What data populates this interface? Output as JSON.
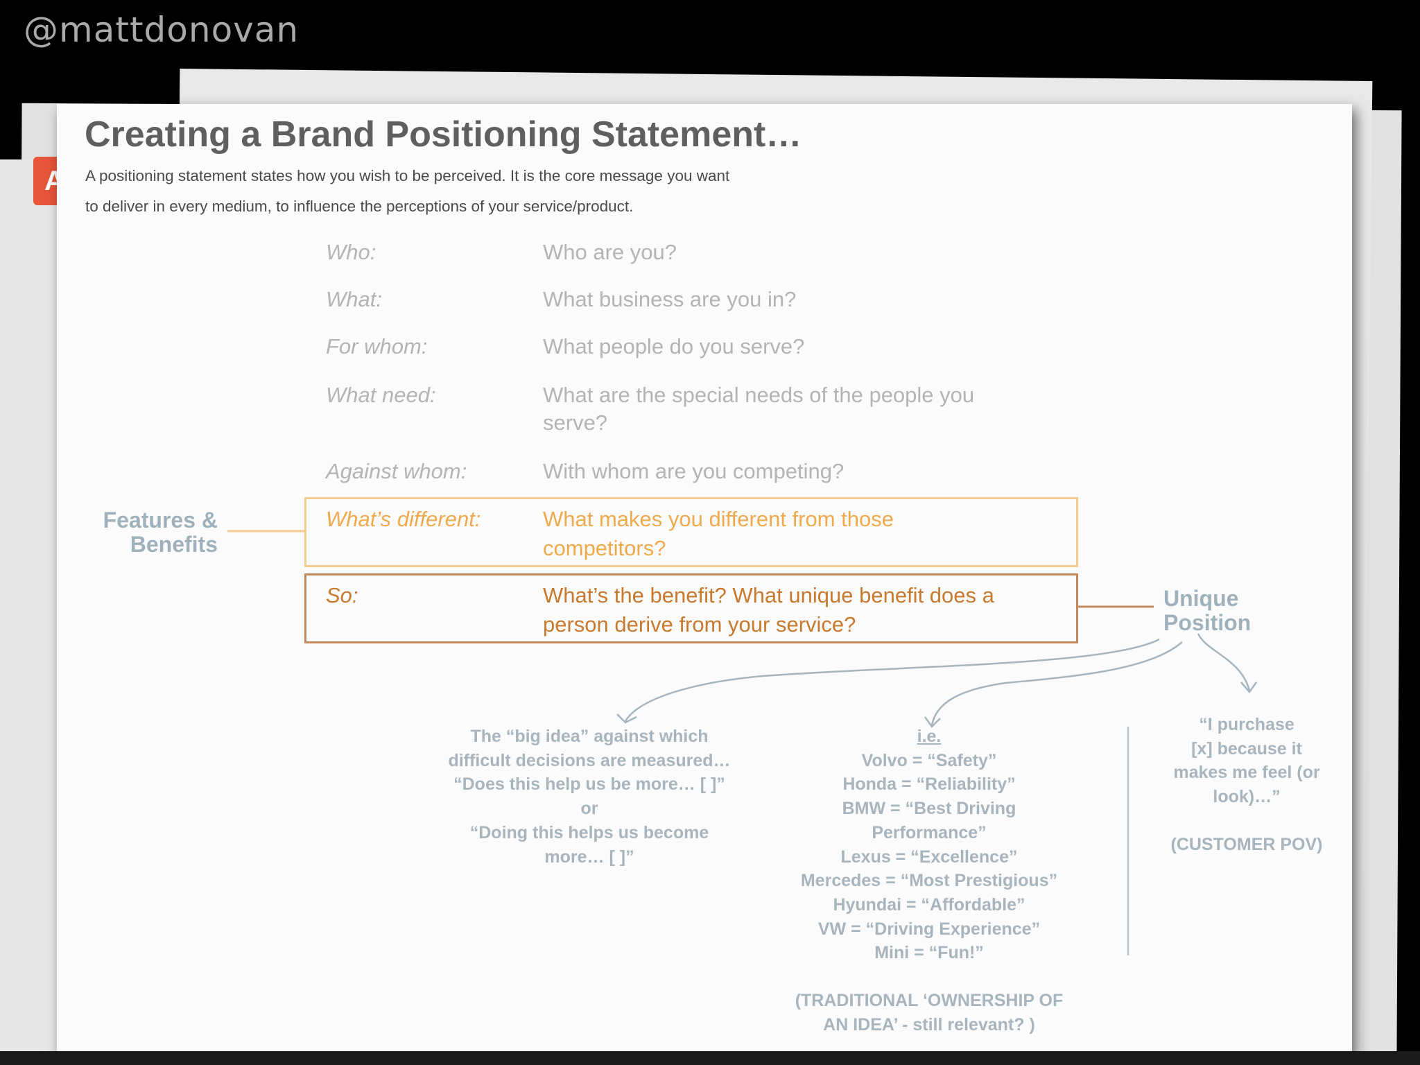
{
  "handle": "@mattdonovan",
  "tab_letter": "A",
  "title": "Creating a Brand Positioning Statement…",
  "subtitle": [
    "A positioning statement states how you wish to be perceived. It is the core message you want",
    "to deliver in every medium, to influence the perceptions of your service/product."
  ],
  "rows": [
    {
      "label": "Who:",
      "question": "Who are you?"
    },
    {
      "label": "What:",
      "question": "What business are you in?"
    },
    {
      "label": "For whom:",
      "question": "What people do you serve?"
    },
    {
      "label": "What need:",
      "question": "What are the special needs of the people you serve?"
    },
    {
      "label": "Against whom:",
      "question": "With whom are you competing?"
    },
    {
      "label": "What’s different:",
      "question": "What makes you different from those competitors?"
    },
    {
      "label": "So:",
      "question": "What’s the benefit? What unique benefit does a person derive from your service?"
    }
  ],
  "features_label": [
    "Features &",
    "Benefits"
  ],
  "unique_label": [
    "Unique",
    "Position"
  ],
  "note_left": [
    "The “big idea” against which",
    "difficult decisions are measured…",
    "“Does this help us be more… [  ]”",
    "or",
    "“Doing this helps us become",
    "more… [ ]”"
  ],
  "note_mid": {
    "heading": "i.e.",
    "lines": [
      "Volvo = “Safety”",
      "Honda = “Reliability”",
      "BMW = “Best Driving",
      "Performance”",
      "Lexus = “Excellence”",
      "Mercedes = “Most Prestigious”",
      "Hyundai = “Affordable”",
      "VW = “Driving Experience”",
      "Mini = “Fun!”"
    ],
    "footer": [
      "(TRADITIONAL ‘OWNERSHIP OF",
      "AN IDEA’ - still relevant? )"
    ]
  },
  "note_right": {
    "lines": [
      "“I purchase",
      "[x] because it",
      "makes me feel (or",
      "look)…”"
    ],
    "footer": "(CUSTOMER POV)"
  },
  "colors": {
    "gray_text": "#b4b4b4",
    "orange_light": "#f0aa4e",
    "orange_dark": "#c87a2e",
    "blue_gray": "#a8b5bd"
  }
}
